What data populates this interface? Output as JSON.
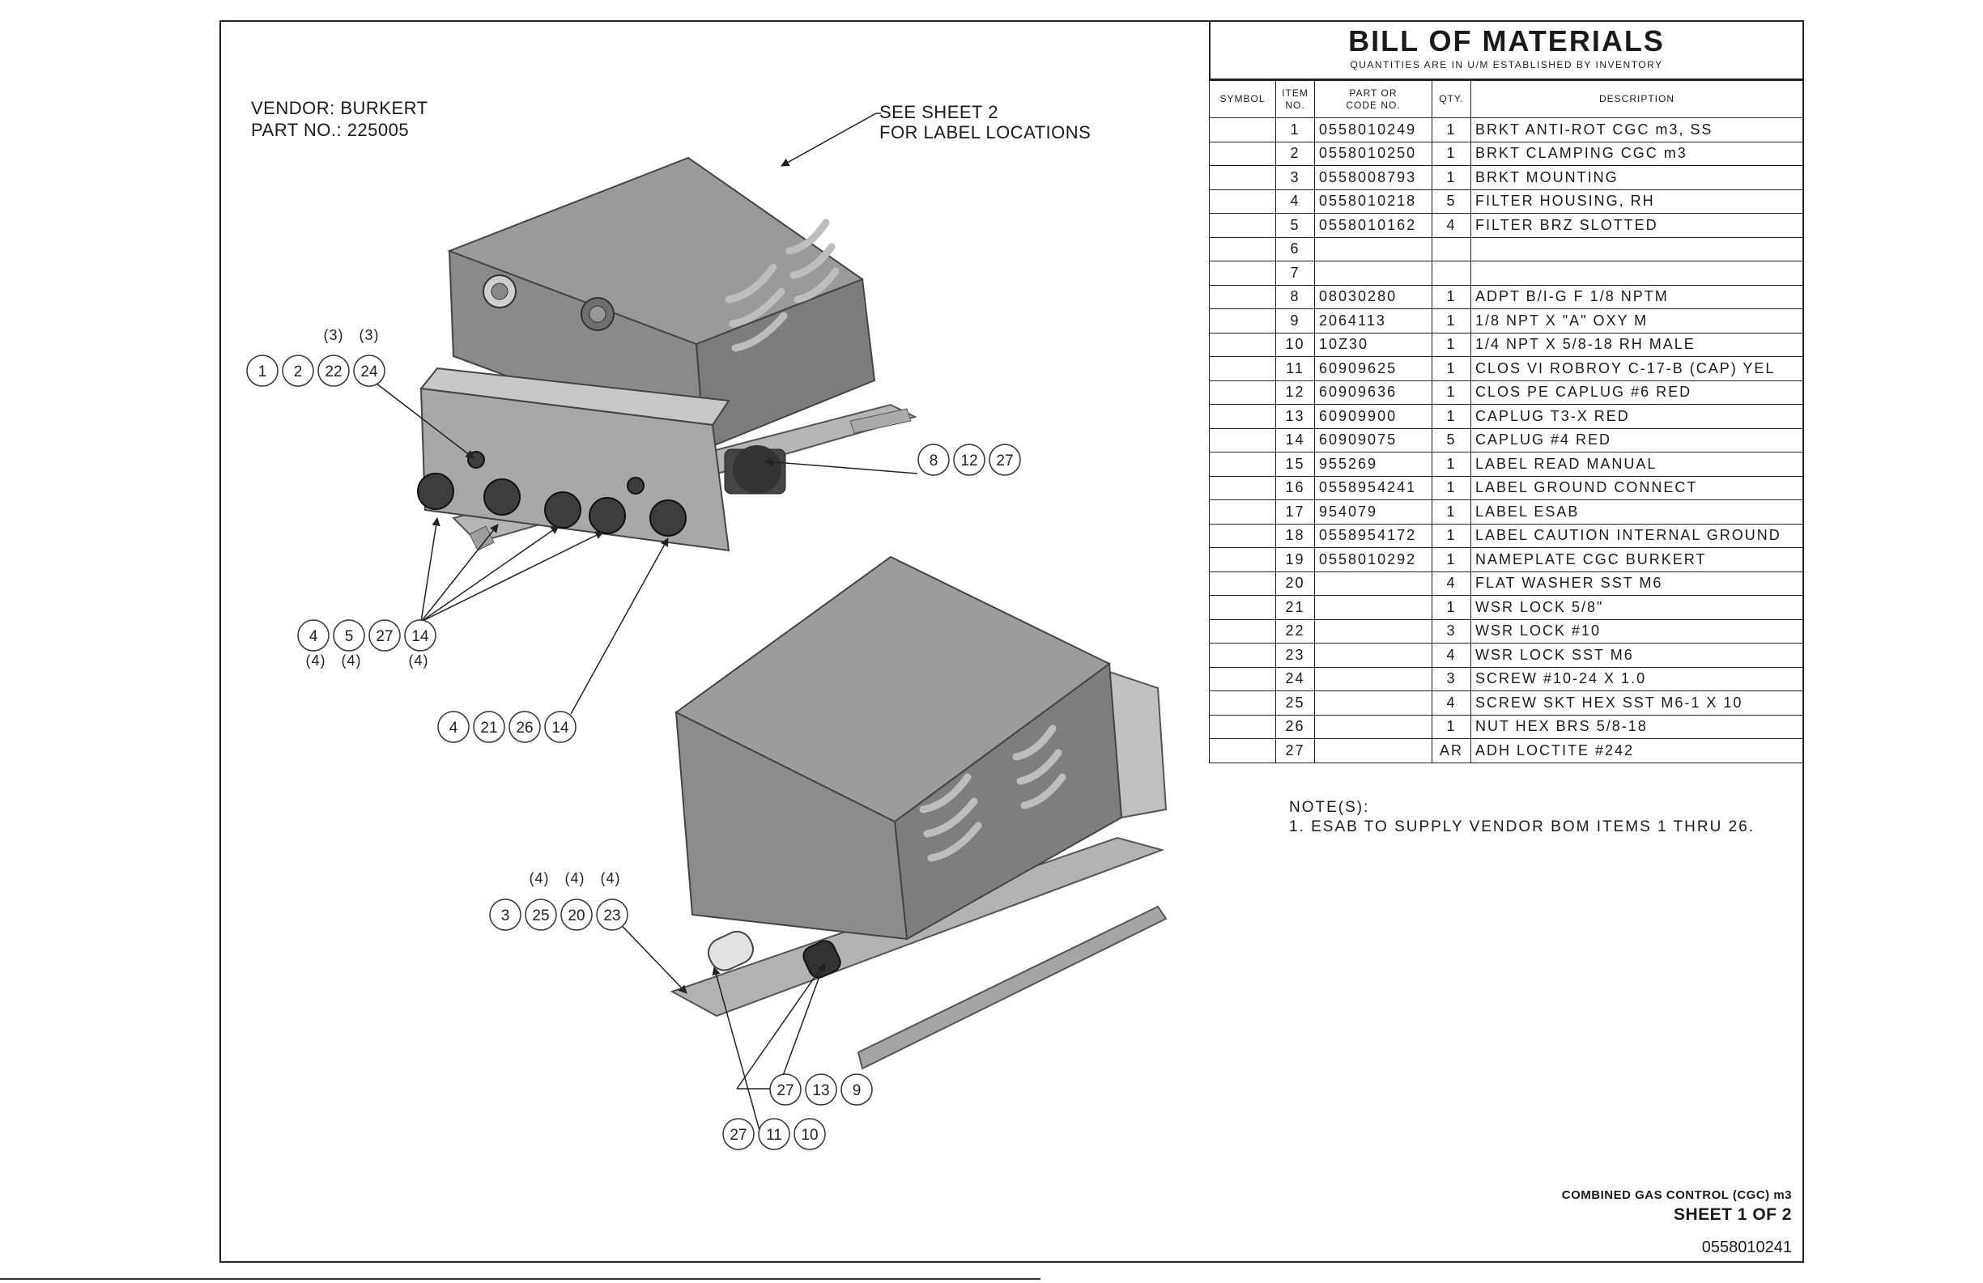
{
  "vendor": {
    "vendor_line": "VENDOR:  BURKERT",
    "part_line": "PART NO.:  225005"
  },
  "callout_note": {
    "line1": "SEE SHEET 2",
    "line2": "FOR LABEL LOCATIONS"
  },
  "bom": {
    "title": "BILL OF MATERIALS",
    "subtitle": "QUANTITIES ARE IN U/M ESTABLISHED BY INVENTORY",
    "headers": {
      "symbol": "SYMBOL",
      "item_1": "ITEM",
      "item_2": "NO.",
      "part_1": "PART OR",
      "part_2": "CODE NO.",
      "qty": "QTY.",
      "desc": "DESCRIPTION"
    },
    "rows": [
      {
        "symbol": "",
        "item": "1",
        "part": "0558010249",
        "qty": "1",
        "desc": "BRKT ANTI-ROT CGC m3, SS"
      },
      {
        "symbol": "",
        "item": "2",
        "part": "0558010250",
        "qty": "1",
        "desc": "BRKT CLAMPING CGC m3"
      },
      {
        "symbol": "",
        "item": "3",
        "part": "0558008793",
        "qty": "1",
        "desc": "BRKT MOUNTING"
      },
      {
        "symbol": "",
        "item": "4",
        "part": "0558010218",
        "qty": "5",
        "desc": "FILTER HOUSING, RH"
      },
      {
        "symbol": "",
        "item": "5",
        "part": " 0558010162",
        "qty": "4",
        "desc": "FILTER BRZ SLOTTED"
      },
      {
        "symbol": "",
        "item": "6",
        "part": "",
        "qty": "",
        "desc": ""
      },
      {
        "symbol": "",
        "item": "7",
        "part": "",
        "qty": "",
        "desc": ""
      },
      {
        "symbol": "",
        "item": "8",
        "part": "08030280",
        "qty": "1",
        "desc": "ADPT B/I-G F 1/8 NPTM"
      },
      {
        "symbol": "",
        "item": "9",
        "part": "2064113",
        "qty": "1",
        "desc": "1/8 NPT X \"A\" OXY M"
      },
      {
        "symbol": "",
        "item": "10",
        "part": " 10Z30",
        "qty": "1",
        "desc": "1/4 NPT X 5/8-18 RH MALE"
      },
      {
        "symbol": "",
        "item": "11",
        "part": "60909625",
        "qty": "1",
        "desc": "CLOS VI ROBROY C-17-B (CAP) YEL"
      },
      {
        "symbol": "",
        "item": "12",
        "part": "60909636",
        "qty": "1",
        "desc": "CLOS PE CAPLUG #6 RED"
      },
      {
        "symbol": "",
        "item": "13",
        "part": "60909900",
        "qty": "1",
        "desc": "CAPLUG T3-X RED"
      },
      {
        "symbol": "",
        "item": "14",
        "part": "60909075",
        "qty": "5",
        "desc": "CAPLUG #4 RED"
      },
      {
        "symbol": "",
        "item": "15",
        "part": "955269",
        "qty": "1",
        "desc": "LABEL READ MANUAL"
      },
      {
        "symbol": "",
        "item": "16",
        "part": "0558954241",
        "qty": "1",
        "desc": "LABEL GROUND CONNECT"
      },
      {
        "symbol": "",
        "item": "17",
        "part": "954079",
        "qty": "1",
        "desc": "LABEL ESAB"
      },
      {
        "symbol": "",
        "item": "18",
        "part": "0558954172",
        "qty": "1",
        "desc": "LABEL CAUTION INTERNAL GROUND"
      },
      {
        "symbol": "",
        "item": "19",
        "part": "0558010292",
        "qty": "1",
        "desc": "NAMEPLATE CGC BURKERT"
      },
      {
        "symbol": "",
        "item": "20",
        "part": "",
        "qty": "4",
        "desc": "FLAT WASHER SST M6"
      },
      {
        "symbol": "",
        "item": "21",
        "part": "",
        "qty": "1",
        "desc": "WSR LOCK 5/8\""
      },
      {
        "symbol": "",
        "item": "22",
        "part": "",
        "qty": "3",
        "desc": "WSR LOCK #10"
      },
      {
        "symbol": "",
        "item": "23",
        "part": "",
        "qty": "4",
        "desc": "WSR LOCK SST M6"
      },
      {
        "symbol": "",
        "item": "24",
        "part": "",
        "qty": "3",
        "desc": "SCREW #10-24 X 1.0"
      },
      {
        "symbol": "",
        "item": "25",
        "part": "",
        "qty": "4",
        "desc": "SCREW SKT HEX SST M6-1 X 10"
      },
      {
        "symbol": "",
        "item": "26",
        "part": "",
        "qty": "1",
        "desc": "NUT HEX BRS 5/8-18"
      },
      {
        "symbol": "",
        "item": "27",
        "part": "",
        "qty": "AR",
        "desc": "ADH LOCTITE #242"
      }
    ]
  },
  "notes": {
    "heading": "NOTE(S):",
    "line1": "1. ESAB TO SUPPLY VENDOR BOM ITEMS 1 THRU 26."
  },
  "title_block": {
    "line1": "COMBINED GAS CONTROL (CGC) m3",
    "line2": "SHEET 1 OF 2",
    "drawing_number": "0558010241"
  },
  "balloons": {
    "g1": [
      "1",
      "2",
      "22",
      "24"
    ],
    "g1_qty": [
      "(3)",
      "(3)"
    ],
    "g2": [
      "8",
      "12",
      "27"
    ],
    "g3": [
      "4",
      "5",
      "27",
      "14"
    ],
    "g3_qty": [
      "(4)",
      "(4)",
      "(4)"
    ],
    "g4": [
      "4",
      "21",
      "26",
      "14"
    ],
    "g5": [
      "3",
      "25",
      "20",
      "23"
    ],
    "g5_qty": [
      "(4)",
      "(4)",
      "(4)"
    ],
    "g6": [
      "27",
      "13",
      "9"
    ],
    "g7": [
      "27",
      "11",
      "10"
    ]
  }
}
